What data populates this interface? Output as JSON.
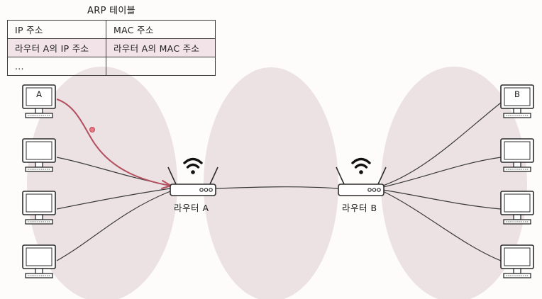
{
  "arp_table": {
    "title": "ARP 테이블",
    "headers": [
      "IP 주소",
      "MAC 주소"
    ],
    "rows": [
      [
        "라우터 A의 IP 주소",
        "라우터 A의 MAC 주소"
      ],
      [
        "...",
        ""
      ]
    ]
  },
  "routers": [
    {
      "id": "router-a",
      "label": "라우터 A"
    },
    {
      "id": "router-b",
      "label": "라우터 B"
    }
  ],
  "hosts": {
    "left_top": "A",
    "right_top": "B"
  },
  "colors": {
    "network_blob": "#ece2e4",
    "highlight_row": "#f2e3e8",
    "arrow": "#b3505f",
    "line": "#3a3a3a"
  },
  "icons": [
    "computer-icon",
    "router-icon",
    "wifi-icon",
    "arrow-icon"
  ]
}
